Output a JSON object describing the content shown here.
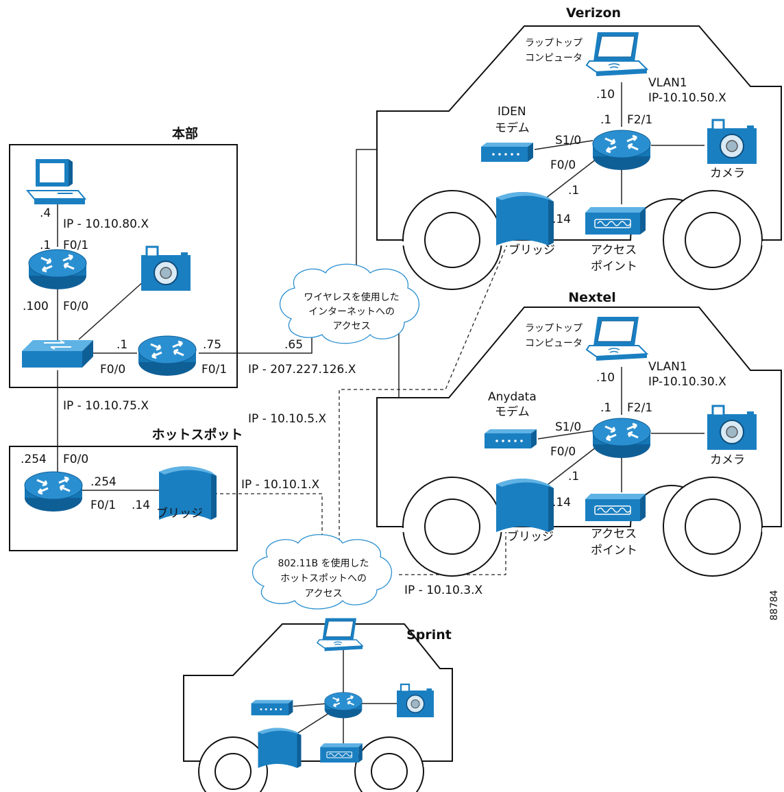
{
  "vehicles": {
    "verizon": {
      "title": "Verizon",
      "laptop_label_1": "ラップトップ",
      "laptop_label_2": "コンピュータ",
      "vlan_label": "VLAN1",
      "vlan_ip": "IP-10.10.50.X",
      "laptop_addr": ".10",
      "router_addr": ".1",
      "port_f21": "F2/1",
      "modem_label_1": "IDEN",
      "modem_label_2": "モデム",
      "port_s10": "S1/0",
      "port_f00": "F0/0",
      "bridge_router_addr": ".1",
      "bridge_addr": ".14",
      "camera_label": "カメラ",
      "bridge_label": "ブリッジ",
      "ap_label_1": "アクセス",
      "ap_label_2": "ポイント"
    },
    "nextel": {
      "title": "Nextel",
      "laptop_label_1": "ラップトップ",
      "laptop_label_2": "コンピュータ",
      "vlan_label": "VLAN1",
      "vlan_ip": "IP-10.10.30.X",
      "laptop_addr": ".10",
      "router_addr": ".1",
      "port_f21": "F2/1",
      "modem_label_1": "Anydata",
      "modem_label_2": "モデム",
      "port_s10": "S1/0",
      "port_f00": "F0/0",
      "bridge_router_addr": ".1",
      "bridge_addr": ".14",
      "camera_label": "カメラ",
      "bridge_label": "ブリッジ",
      "ap_label_1": "アクセス",
      "ap_label_2": "ポイント"
    },
    "sprint": {
      "title": "Sprint"
    }
  },
  "hq": {
    "title": "本部",
    "pc_addr": ".4",
    "lan_ip": "IP - 10.10.80.X",
    "router1_addr": ".1",
    "router1_port_top": "F0/1",
    "router1_addr_bottom": ".100",
    "router1_port_bottom": "F0/0",
    "router2_addr_left": ".1",
    "router2_port_left": "F0/0",
    "router2_addr_right": ".75",
    "router2_port_right": "F0/1"
  },
  "wan": {
    "ip": "IP - 207.227.126.X",
    "cloud_addr": ".65",
    "cloud_line_1": "ワイヤレスを使用した",
    "cloud_line_2": "インターネットへの",
    "cloud_line_3": "アクセス"
  },
  "hotspot": {
    "title": "ホットスポット",
    "uplink_ip": "IP - 10.10.75.X",
    "router_addr_top": ".254",
    "router_port_top": "F0/0",
    "router_addr_right": ".254",
    "router_port_right": "F0/1",
    "bridge_addr": ".14",
    "bridge_label": "ブリッジ",
    "ip_1": "IP - 10.10.1.X",
    "ip_5": "IP - 10.10.5.X",
    "ip_3": "IP - 10.10.3.X",
    "cloud_line_1": "802.11B を使用した",
    "cloud_line_2": "ホットスポットへの",
    "cloud_line_3": "アクセス"
  },
  "figure_id": "88784"
}
